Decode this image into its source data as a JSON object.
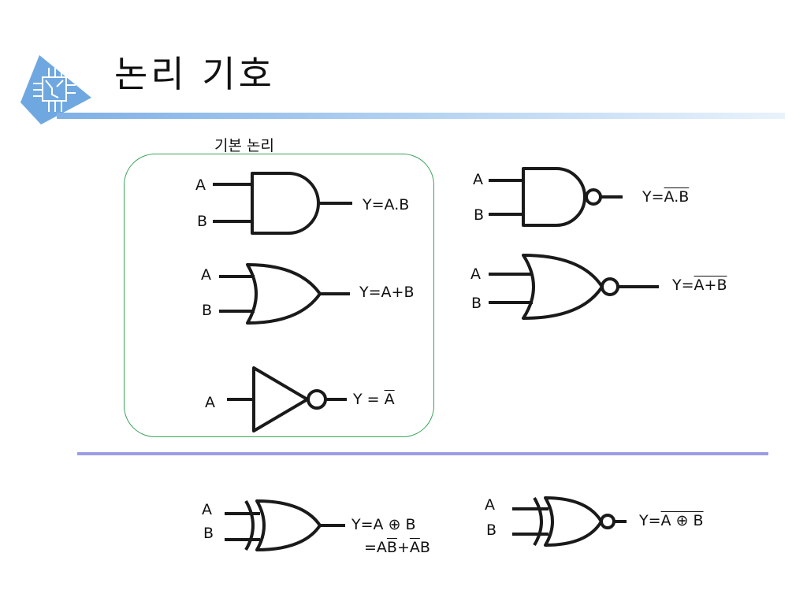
{
  "title": "논리 기호",
  "basic_label": "기본 논리",
  "gates": {
    "and": {
      "in_a": "A",
      "in_b": "B",
      "expr": "Y=A.B"
    },
    "or": {
      "in_a": "A",
      "in_b": "B",
      "expr": "Y=A+B"
    },
    "not": {
      "in_a": "A",
      "expr_prefix": "Y = ",
      "expr_over": "A"
    },
    "nand": {
      "in_a": "A",
      "in_b": "B",
      "expr_prefix": "Y=",
      "expr_over": "A.B"
    },
    "nor": {
      "in_a": "A",
      "in_b": "B",
      "expr_prefix": "Y=",
      "expr_over": "A+B"
    },
    "xor": {
      "in_a": "A",
      "in_b": "B",
      "expr_line1": "Y=A ⊕ B",
      "line2_eq": "=A",
      "line2_b1": "B",
      "line2_plus": "+",
      "line2_a2": "A",
      "line2_b2": "B"
    },
    "xnor": {
      "in_a": "A",
      "in_b": "B",
      "expr_prefix": "Y=",
      "expr_over": "A ⊕ B"
    }
  },
  "colors": {
    "box_border": "#3aa35a",
    "divider": "#9c9ce6",
    "title_bar": "#7fb0e6"
  }
}
